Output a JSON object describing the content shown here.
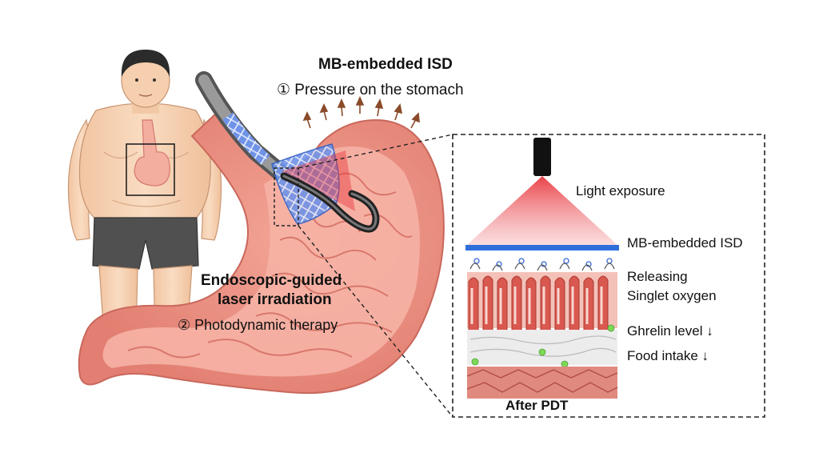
{
  "labels": {
    "mb_title": "MB-embedded ISD",
    "pressure": "① Pressure on the stomach",
    "endo_line1": "Endoscopic-guided",
    "endo_line2": "laser irradiation",
    "pdt": "② Photodynamic therapy",
    "light_exposure": "Light exposure",
    "mb_isd": "MB-embedded ISD",
    "releasing_line1": "Releasing",
    "releasing_line2": "Singlet oxygen",
    "ghrelin": "Ghrelin level ↓",
    "food": "Food intake ↓",
    "after": "After PDT"
  },
  "icons": [
    "obese-person-figure",
    "stomach-illustration",
    "endoscope",
    "light-source",
    "tissue-cross-section"
  ],
  "colors": {
    "skin": "#f6d2b2",
    "stomach_outer": "#f3b0a3",
    "stomach_inner": "#e9857a",
    "shorts": "#555555",
    "isd_blue": "#2f6fdc",
    "light_red": "#e8383f",
    "tissue": "#d85a57",
    "ghrelin_dot": "#7ed957",
    "pressure_arrow": "#8a4b2a"
  }
}
